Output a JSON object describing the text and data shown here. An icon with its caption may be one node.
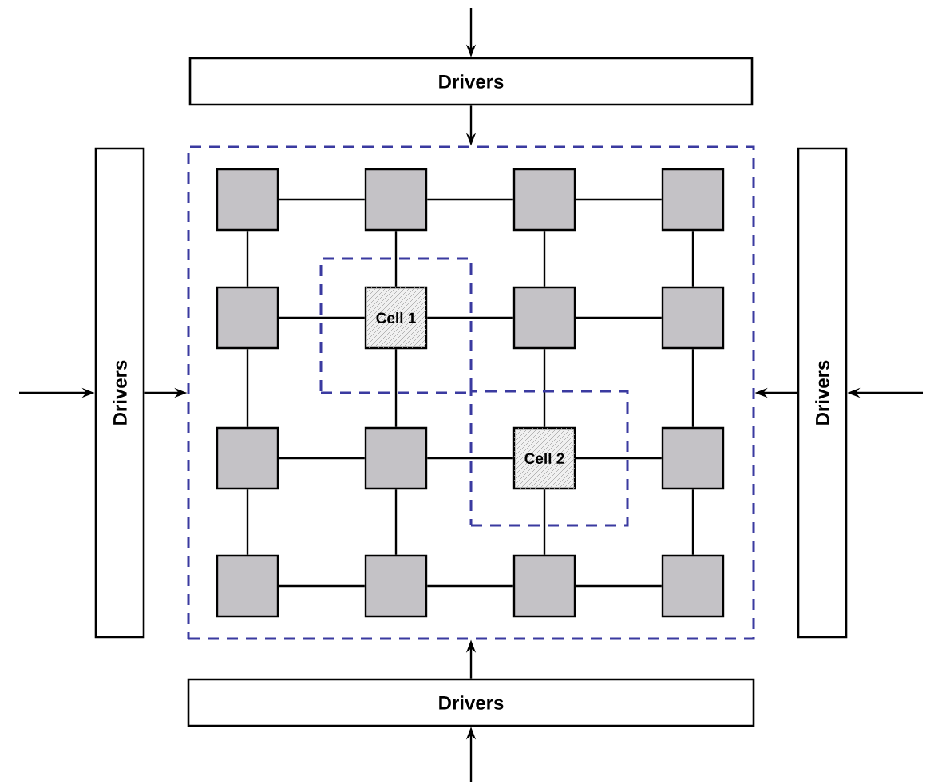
{
  "diagram": {
    "nodes": [
      {
        "text": [
          "Drivers"
        ]
      },
      {
        "text": [
          "Drivers"
        ]
      },
      {
        "text": [],
        "shape": "box"
      },
      {
        "text": [],
        "shape": "box",
        "in": 2
      },
      {
        "text": [],
        "shape": "box",
        "in": 2
      },
      {
        "text": [],
        "shape": "box",
        "in": 2
      },
      {
        "text": [],
        "shape": "box",
        "in": 2
      },
      {
        "text": [],
        "shape": "box",
        "in": 2
      },
      {
        "text": [],
        "shape": "box",
        "in": 2
      },
      {
        "text": [],
        "shape": "box",
        "in": 2
      },
      {
        "text": [
          "Cell 1"
        ],
        "in": 3
      },
      {
        "text": [],
        "shape": "box",
        "in": 2
      },
      {
        "text": [],
        "shape": "box",
        "in": 2
      },
      {
        "text": [],
        "shape": "box",
        "in": 2
      },
      {
        "text": [],
        "shape": "box",
        "in": 2
      },
      {
        "text": [
          "Cell 2"
        ],
        "in": 4
      },
      {
        "text": [],
        "shape": "box",
        "in": 2
      },
      {
        "text": [],
        "shape": "box",
        "in": 2
      },
      {
        "text": [],
        "shape": "box",
        "in": 2
      },
      {
        "text": [],
        "shape": "box",
        "in": 2
      },
      {
        "text": [],
        "shape": "box",
        "in": 2
      },
      {
        "text": [
          "Drivers"
        ]
      },
      {
        "text": [
          "Drivers"
        ]
      }
    ],
    "edges": [
      {
        "from": null,
        "to": 0,
        "arrow": "to"
      },
      {
        "from": 0,
        "to": 2,
        "arrow": "to"
      },
      {
        "from": null,
        "to": 1,
        "arrow": "to"
      },
      {
        "from": 1,
        "to": 2,
        "arrow": "to"
      },
      {
        "from": null,
        "to": 21,
        "arrow": "to"
      },
      {
        "from": 21,
        "to": 2,
        "arrow": "to"
      },
      {
        "from": null,
        "to": 22,
        "arrow": "to"
      },
      {
        "from": 22,
        "to": 2,
        "arrow": "to"
      },
      {
        "from": 5,
        "to": 6,
        "arrow": "none"
      },
      {
        "from": 6,
        "to": 7,
        "arrow": "none"
      },
      {
        "from": 7,
        "to": 8,
        "arrow": "none"
      },
      {
        "from": 9,
        "to": 10,
        "arrow": "none"
      },
      {
        "from": 10,
        "to": 11,
        "arrow": "none"
      },
      {
        "from": 11,
        "to": 12,
        "arrow": "none"
      },
      {
        "from": 13,
        "to": 14,
        "arrow": "none"
      },
      {
        "from": 14,
        "to": 15,
        "arrow": "none"
      },
      {
        "from": 15,
        "to": 16,
        "arrow": "none"
      },
      {
        "from": 17,
        "to": 18,
        "arrow": "none"
      },
      {
        "from": 18,
        "to": 19,
        "arrow": "none"
      },
      {
        "from": 19,
        "to": 20,
        "arrow": "none"
      },
      {
        "from": 5,
        "to": 9,
        "arrow": "none"
      },
      {
        "from": 9,
        "to": 13,
        "arrow": "none"
      },
      {
        "from": 13,
        "to": 17,
        "arrow": "none"
      },
      {
        "from": 6,
        "to": 10,
        "arrow": "none"
      },
      {
        "from": 10,
        "to": 14,
        "arrow": "none"
      },
      {
        "from": 14,
        "to": 18,
        "arrow": "none"
      },
      {
        "from": 7,
        "to": 11,
        "arrow": "none"
      },
      {
        "from": 11,
        "to": 15,
        "arrow": "none"
      },
      {
        "from": 15,
        "to": 19,
        "arrow": "none"
      },
      {
        "from": 8,
        "to": 12,
        "arrow": "none"
      },
      {
        "from": 12,
        "to": 16,
        "arrow": "none"
      },
      {
        "from": 16,
        "to": 20,
        "arrow": "none"
      }
    ]
  }
}
